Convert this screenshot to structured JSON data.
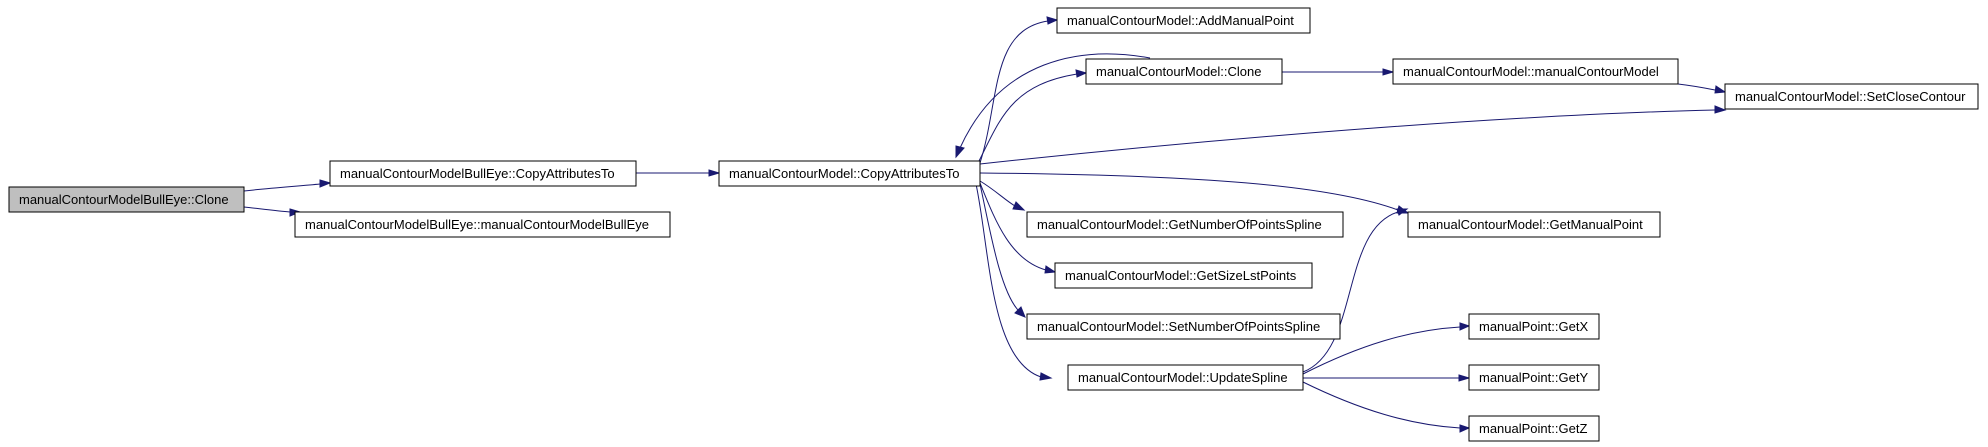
{
  "nodes": {
    "root": "manualContourModelBullEye::Clone",
    "bullCopy": "manualContourModelBullEye::CopyAttributesTo",
    "bullCtor": "manualContourModelBullEye::manualContourModelBullEye",
    "copy": "manualContourModel::CopyAttributesTo",
    "addPt": "manualContourModel::AddManualPoint",
    "clone": "manualContourModel::Clone",
    "ctor": "manualContourModel::manualContourModel",
    "setClose": "manualContourModel::SetCloseContour",
    "getNum": "manualContourModel::GetNumberOfPointsSpline",
    "getSize": "manualContourModel::GetSizeLstPoints",
    "setNum": "manualContourModel::SetNumberOfPointsSpline",
    "update": "manualContourModel::UpdateSpline",
    "getManual": "manualContourModel::GetManualPoint",
    "getX": "manualPoint::GetX",
    "getY": "manualPoint::GetY",
    "getZ": "manualPoint::GetZ"
  },
  "colors": {
    "edge": "#191970",
    "root_fill": "#bfbfbf",
    "node_fill": "#ffffff",
    "node_border": "#000000"
  }
}
